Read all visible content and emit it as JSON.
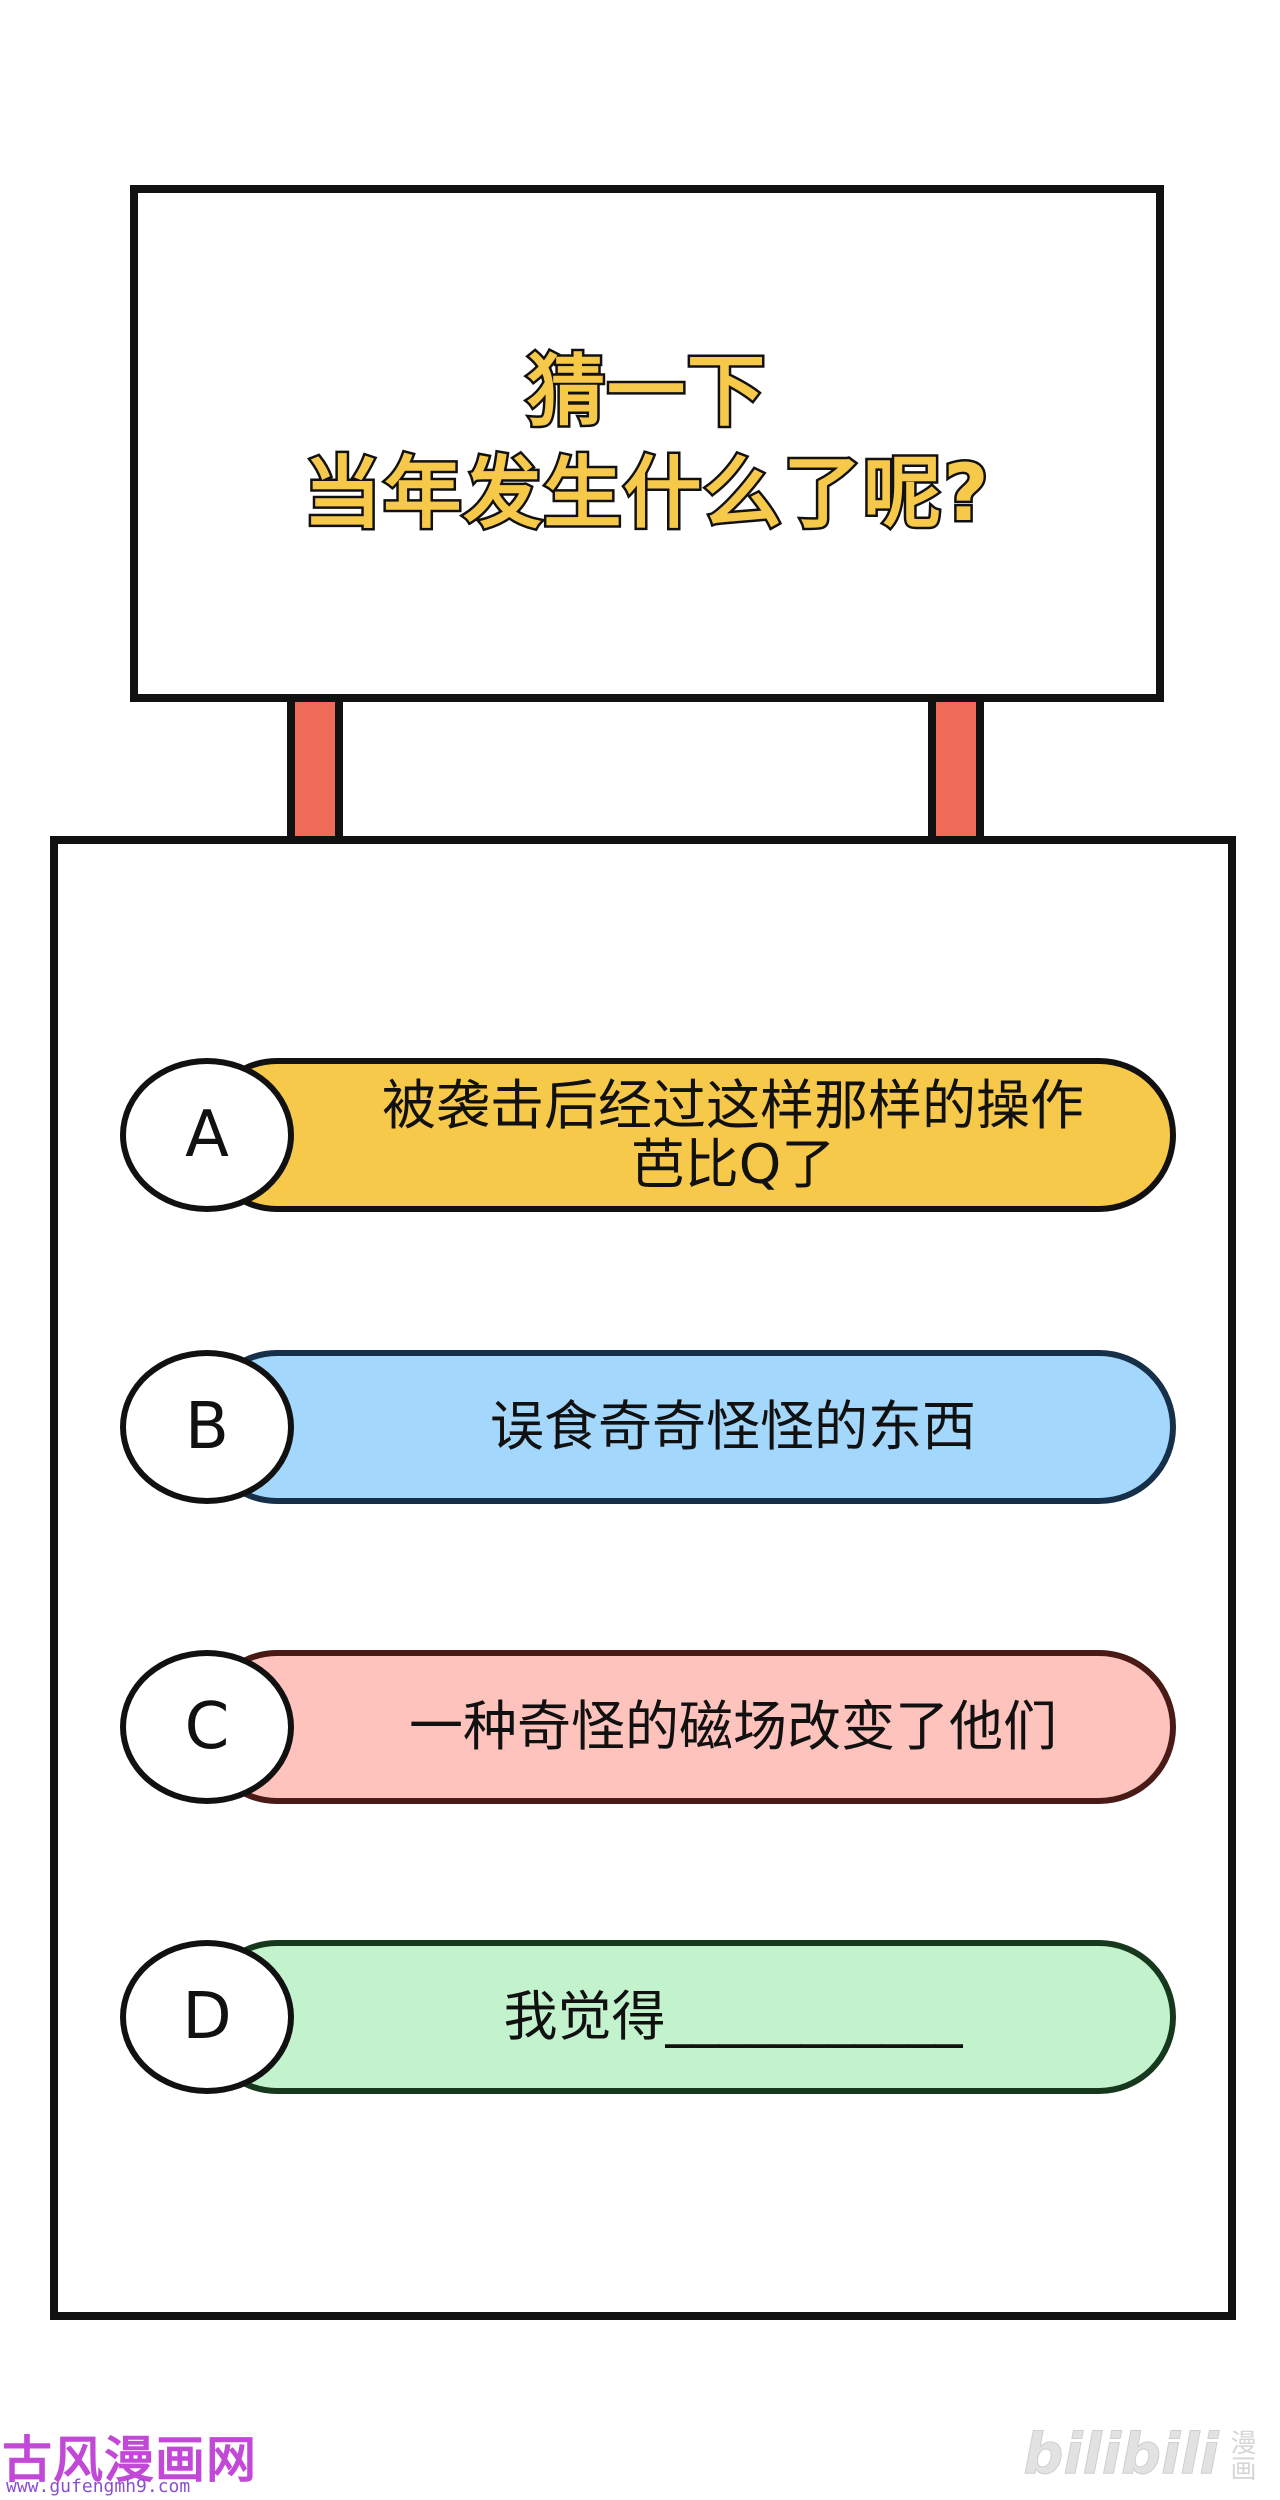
{
  "sign": {
    "lines": [
      "猜一下",
      "当年发生什么了呢?"
    ]
  },
  "options": [
    {
      "letter": "A",
      "text_lines": [
        "被袭击后经过这样那样的操作",
        "芭比Q了"
      ],
      "color": "#f7c94b"
    },
    {
      "letter": "B",
      "text_lines": [
        "误食奇奇怪怪的东西"
      ],
      "color": "#a3d7fb"
    },
    {
      "letter": "C",
      "text_lines": [
        "一种奇怪的磁场改变了他们"
      ],
      "color": "#ffc3bd"
    },
    {
      "letter": "D",
      "text_lines": [
        "我觉得___________"
      ],
      "color": "#c3f3cc"
    }
  ],
  "watermarks": {
    "left_name": "古风漫画网",
    "left_url": "www.gufengmh9.com",
    "right_logo": "bilibili",
    "right_sub": "漫画"
  }
}
